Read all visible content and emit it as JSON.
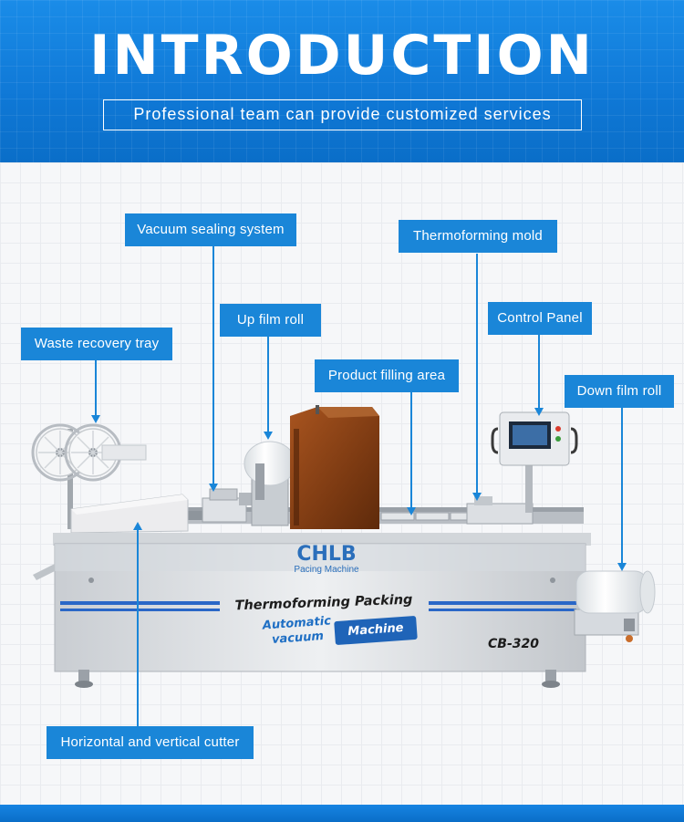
{
  "header": {
    "title": "INTRODUCTION",
    "subtitle": "Professional team can provide customized services"
  },
  "callouts": {
    "vacuum_sealing": "Vacuum sealing system",
    "thermoforming_mold": "Thermoforming mold",
    "up_film_roll": "Up film roll",
    "control_panel": "Control Panel",
    "waste_tray": "Waste recovery tray",
    "filling_area": "Product filling area",
    "down_film_roll": "Down film roll",
    "cutter": "Horizontal and vertical cutter"
  },
  "machine": {
    "brand": "CHLB",
    "brand_sub": "Pacing Machine",
    "panel_title": "Thermoforming Packing",
    "auto_line1": "Automatic",
    "auto_line2": "vacuum",
    "machine_word": "Machine",
    "model": "CB-320"
  },
  "colors": {
    "banner_blue": "#0f78d6",
    "callout_blue": "#1a86d8",
    "panel_stripe": "#2a67c7"
  }
}
